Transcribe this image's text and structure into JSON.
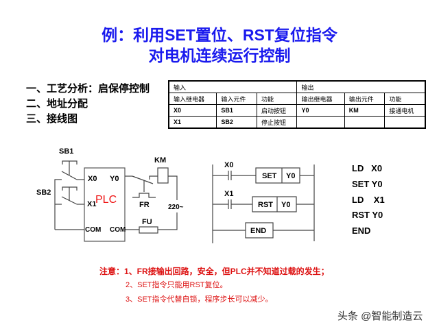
{
  "title": {
    "line1": "例：利用SET置位、RST复位指令",
    "line2": "对电机连续运行控制"
  },
  "sections": [
    "一、工艺分析：启保停控制",
    "二、地址分配",
    "三、接线图"
  ],
  "io_table": {
    "group_headers": [
      "输入",
      "输出"
    ],
    "columns": [
      "输入继电器",
      "输入元件",
      "功能",
      "输出继电器",
      "输出元件",
      "功能"
    ],
    "rows": [
      [
        "X0",
        "SB1",
        "启动按钮",
        "Y0",
        "KM",
        "接通电机"
      ],
      [
        "X1",
        "SB2",
        "停止按钮",
        "",
        "",
        ""
      ]
    ]
  },
  "wiring": {
    "sb1": "SB1",
    "sb2": "SB2",
    "x0": "X0",
    "x1": "X1",
    "y0": "Y0",
    "plc": "PLC",
    "com1": "COM",
    "com2": "COM",
    "km": "KM",
    "fr": "FR",
    "fu": "FU",
    "voltage": "220~"
  },
  "ladder": {
    "x0": "X0",
    "x1": "X1",
    "set": "SET",
    "rst": "RST",
    "y0a": "Y0",
    "y0b": "Y0",
    "end": "END"
  },
  "instructions": [
    "LD   X0",
    "SET Y0",
    "LD    X1",
    "RST Y0",
    "END"
  ],
  "notes": [
    "注意：1、FR接输出回路，安全，但PLC并不知道过载的发生；",
    "2、SET指令只能用RST复位。",
    "3、SET指令代替自锁，程序步长可以减少。"
  ],
  "watermark": "头条 @智能制造云",
  "colors": {
    "title": "#1a1aee",
    "note": "#dd1111",
    "plc": "#ee1111"
  }
}
